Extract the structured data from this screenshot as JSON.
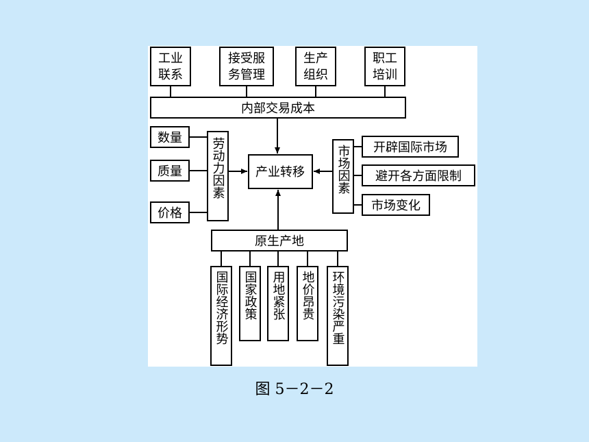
{
  "top_factors": [
    {
      "line1": "工业",
      "line2": "联系"
    },
    {
      "line1": "接受服",
      "line2": "务管理"
    },
    {
      "line1": "生产",
      "line2": "组织"
    },
    {
      "line1": "职工",
      "line2": "培训"
    }
  ],
  "internal_cost": "内部交易成本",
  "center": "产业转移",
  "labor_group": "劳动力因素",
  "labor_items": [
    "数量",
    "质量",
    "价格"
  ],
  "market_group": "市场因素",
  "market_items": [
    "开辟国际市场",
    "避开各方面限制",
    "市场变化"
  ],
  "origin": "原生产地",
  "origin_items": [
    "国际经济形势",
    "国家政策",
    "用地紧张",
    "地价昂贵",
    "环境污染严重"
  ],
  "caption": "图 5－2－2"
}
